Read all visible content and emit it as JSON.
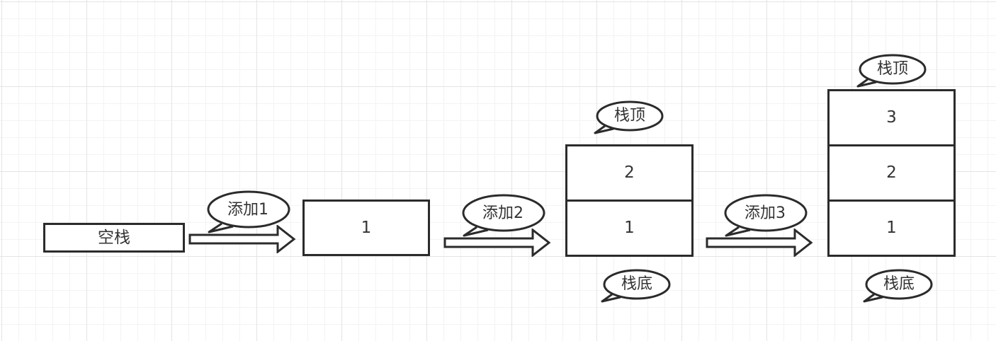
{
  "empty_stack": {
    "label": "空栈"
  },
  "steps": [
    {
      "label": "添加1",
      "cells": [
        "1"
      ]
    },
    {
      "label": "添加2",
      "cells": [
        "2",
        "1"
      ],
      "top_label": "栈顶",
      "bottom_label": "栈底"
    },
    {
      "label": "添加3",
      "cells": [
        "3",
        "2",
        "1"
      ],
      "top_label": "栈顶",
      "bottom_label": "栈底"
    }
  ],
  "colors": {
    "border": "#2b2b2b",
    "grid": "#e4e4e4",
    "text": "#333333"
  }
}
